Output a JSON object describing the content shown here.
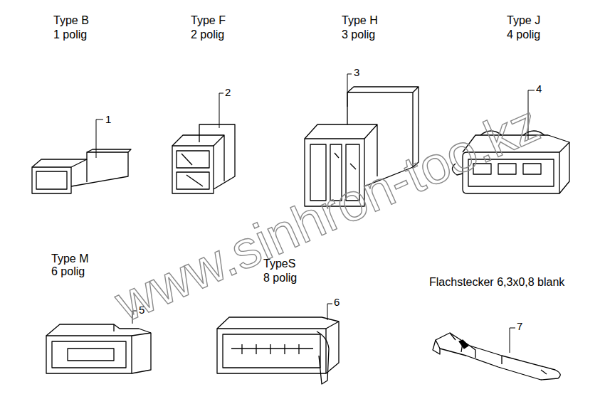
{
  "diagram": {
    "labels": [
      "Type B",
      "1 polig",
      "Type F",
      "2 polig",
      "Type H",
      "3 polig",
      "Type J",
      "4 polig",
      "Type M",
      "6 polig",
      "TypeS",
      "8 polig",
      "Flachstecker 6,3x0,8 blank",
      "1",
      "2",
      "3",
      "4",
      "5",
      "6",
      "7",
      "www.sinhron-too.kz"
    ]
  }
}
